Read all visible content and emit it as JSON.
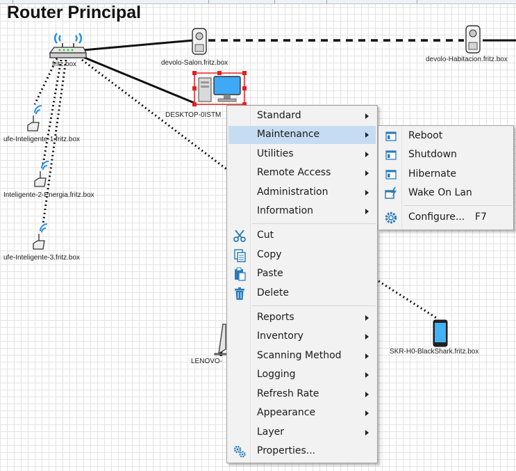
{
  "diagram": {
    "title": "Router Principal",
    "devices": {
      "router": "fritz.box",
      "devolo_salon": "devolo-Salon.fritz.box",
      "devolo_habitacion": "devolo-Habitacion.fritz.box",
      "desktop": "DESKTOP-0ISTM",
      "plug1": "ufe-Inteligente-1.fritz.box",
      "plug2": "Inteligente-2-Energia.fritz.box",
      "plug3": "ufe-Inteligente-3.fritz.box",
      "lenovo": "LENOVO-",
      "phone": "SKR-H0-BlackShark.fritz.box"
    }
  },
  "context_menu": {
    "items": [
      {
        "label": "Standard"
      },
      {
        "label": "Maintenance"
      },
      {
        "label": "Utilities"
      },
      {
        "label": "Remote Access"
      },
      {
        "label": "Administration"
      },
      {
        "label": "Information"
      },
      {
        "label": "Cut"
      },
      {
        "label": "Copy"
      },
      {
        "label": "Paste"
      },
      {
        "label": "Delete"
      },
      {
        "label": "Reports"
      },
      {
        "label": "Inventory"
      },
      {
        "label": "Scanning Method"
      },
      {
        "label": "Logging"
      },
      {
        "label": "Refresh Rate"
      },
      {
        "label": "Appearance"
      },
      {
        "label": "Layer"
      },
      {
        "label": "Properties..."
      }
    ],
    "highlighted": "Maintenance"
  },
  "maintenance_submenu": {
    "items": [
      {
        "label": "Reboot",
        "icon": "window-icon"
      },
      {
        "label": "Shutdown",
        "icon": "window-icon"
      },
      {
        "label": "Hibernate",
        "icon": "window-icon"
      },
      {
        "label": "Wake On Lan",
        "icon": "wake-on-lan-icon"
      },
      {
        "label": "Configure...",
        "shortcut": "F7",
        "icon": "gear-icon"
      }
    ]
  },
  "colors": {
    "menu_highlight": "#c6dcf3",
    "selection": "#e02020",
    "wifi": "#2a8fe0"
  }
}
